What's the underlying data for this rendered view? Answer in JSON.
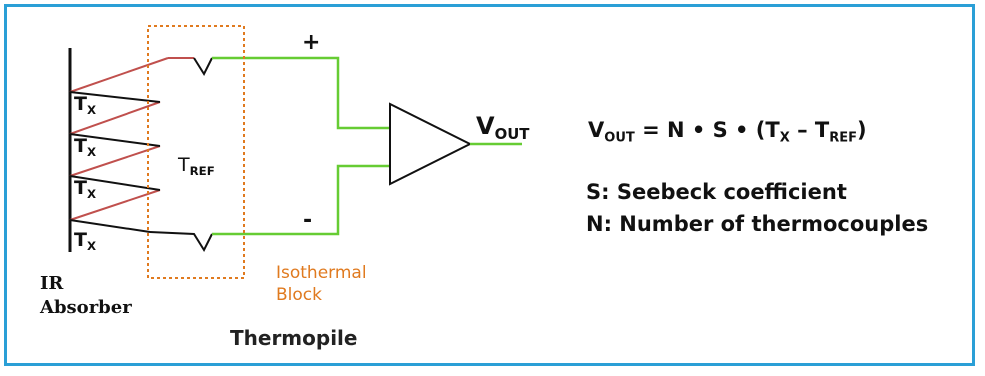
{
  "labels": {
    "tx": "T",
    "tx_sub": "X",
    "tref": "T",
    "tref_sub": "REF",
    "plus": "+",
    "minus": "-",
    "vout": "V",
    "vout_sub": "OUT",
    "isothermal_line1": "Isothermal",
    "isothermal_line2": "Block",
    "ir_line1": "IR",
    "ir_line2": "Absorber",
    "thermopile": "Thermopile"
  },
  "equation": {
    "v": "V",
    "v_sub": "OUT",
    "middle": " = N • S • (T",
    "tx_sub": "X",
    "minus": " – T",
    "tref_sub": "REF",
    "close": ")"
  },
  "legend": {
    "s": "S: Seebeck coefficient",
    "n": "N: Number of thermocouples"
  },
  "colors": {
    "frame": "#2a9fd6",
    "hot_wire": "#c0504d",
    "cold_wire": "#111111",
    "output_wire": "#66cc33",
    "block": "#e07a1f"
  }
}
